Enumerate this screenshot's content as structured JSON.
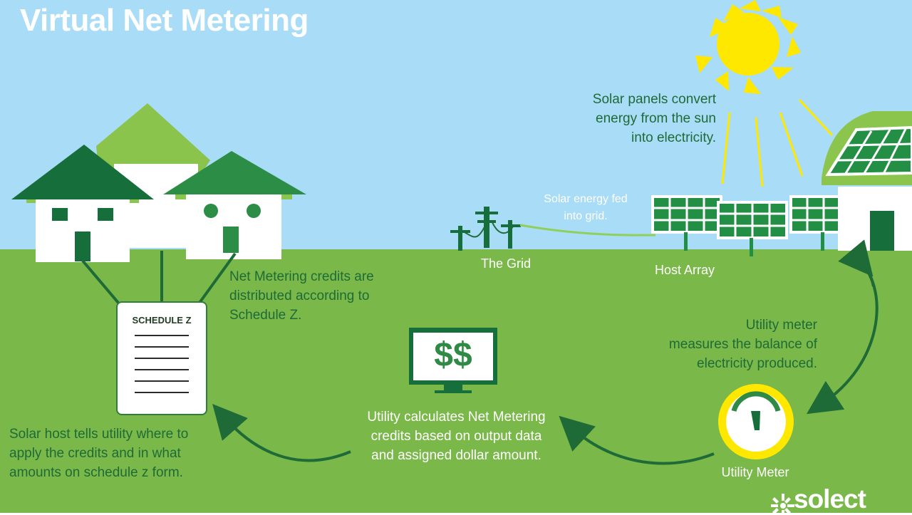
{
  "title": "Virtual Net Metering",
  "labels": {
    "solar_panels": [
      "Solar panels convert",
      "energy from the sun",
      "into electricity."
    ],
    "solar_fed": [
      "Solar energy fed",
      "into grid."
    ],
    "grid": "The Grid",
    "host_array": "Host Array",
    "net_credits": [
      "Net Metering credits are",
      "distributed according to",
      "Schedule Z."
    ],
    "utility_meter_desc": [
      "Utility meter",
      "measures the balance of",
      "electricity produced."
    ],
    "utility_meter": "Utility Meter",
    "utility_calculates": [
      "Utility calculates Net Metering",
      "credits based on output data",
      "and assigned dollar amount."
    ],
    "solar_host": [
      "Solar host tells utility where to",
      "apply the credits and in what",
      "amounts on schedule z form."
    ],
    "schedule_form": "SCHEDULE Z",
    "monitor_symbol": "$$"
  },
  "logo": "solect",
  "colors": {
    "sky": "#a9dcf6",
    "ground": "#7ab84a",
    "dark_green": "#1f6b37",
    "mid_green": "#2f8a45",
    "light_green": "#8ed05a",
    "sun": "#ffe800"
  },
  "icons": {
    "sun": "sun-icon",
    "houses": "house-icon",
    "grid": "power-pole-icon",
    "array": "solar-panel-icon",
    "schedule": "document-icon",
    "monitor": "monitor-icon",
    "meter": "meter-icon",
    "arrows": "curved-arrow-icon",
    "logo": "solect-logo-icon"
  }
}
